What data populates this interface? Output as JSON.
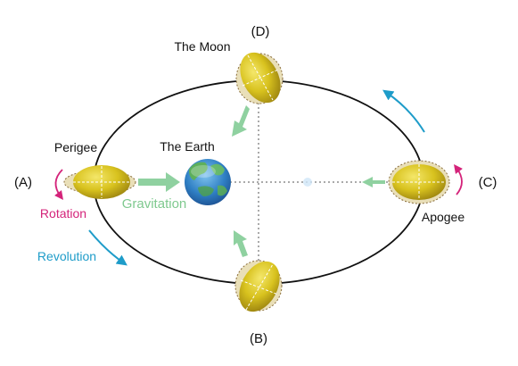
{
  "labels": {
    "moon": "The Moon",
    "earth": "The Earth",
    "perigee": "Perigee",
    "apogee": "Apogee",
    "gravitation": "Gravitation",
    "rotation": "Rotation",
    "revolution": "Revolution",
    "pos_a": "(A)",
    "pos_b": "(B)",
    "pos_c": "(C)",
    "pos_d": "(D)"
  },
  "colors": {
    "orbit": "#111111",
    "gravitation_arrow": "#8fd1a0",
    "gravitation_text": "#7fc98f",
    "rotation": "#d4237a",
    "revolution": "#1e9cc9",
    "moon_fill": "#d8c21e",
    "moon_tidal_bulge": "#e9dfb8",
    "earth_ocean": "#2f7fc4",
    "earth_land": "#5fb24e"
  }
}
